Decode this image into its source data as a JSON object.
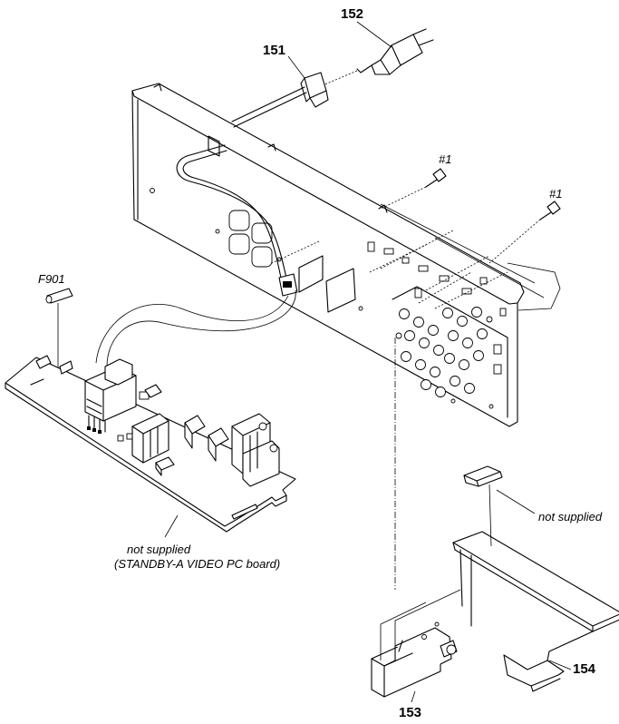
{
  "labels": {
    "part_151": "151",
    "part_152": "152",
    "part_153": "153",
    "part_154": "154",
    "screw_1a": "#1",
    "screw_1b": "#1",
    "fuse": "F901",
    "not_supplied_top": "not supplied",
    "not_supplied_board": "not supplied",
    "board_name": "(STANDBY-A VIDEO PC board)"
  }
}
